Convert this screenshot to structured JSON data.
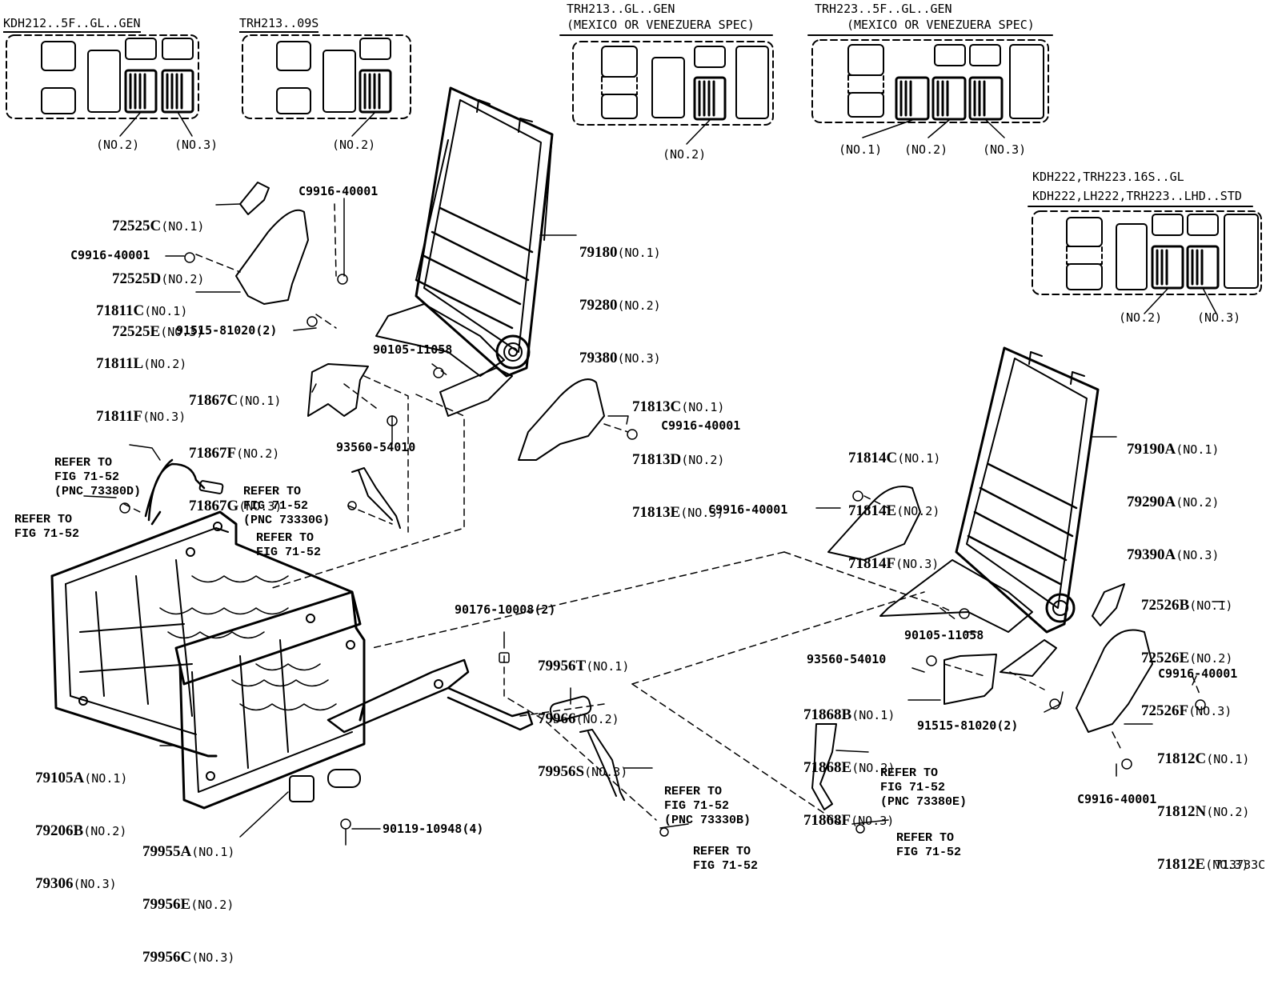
{
  "diagram_id": "713733C",
  "layouts": {
    "kdh212": {
      "title": "KDH212..5F..GL..GEN",
      "no2": "(NO.2)",
      "no3": "(NO.3)"
    },
    "trh213_09s": {
      "title": "TRH213..09S",
      "no2": "(NO.2)"
    },
    "trh213_gl": {
      "title": "TRH213..GL..GEN",
      "sub": "(MEXICO OR VENEZUERA SPEC)",
      "no2": "(NO.2)"
    },
    "trh223": {
      "title": "TRH223..5F..GL..GEN",
      "sub": "(MEXICO OR VENEZUERA SPEC)",
      "no1": "(NO.1)",
      "no2": "(NO.2)",
      "no3": "(NO.3)"
    },
    "kdh222": {
      "title1": "KDH222,TRH223.16S..GL",
      "title2": "KDH222,LH222,TRH223..LHD..STD",
      "no2": "(NO.2)",
      "no3": "(NO.3)"
    }
  },
  "parts": {
    "p72525": [
      {
        "num": "72525C",
        "pos": "(NO.1)"
      },
      {
        "num": "72525D",
        "pos": "(NO.2)"
      },
      {
        "num": "72525E",
        "pos": "(NO.3)"
      }
    ],
    "c9916_a": "C9916-40001",
    "c9916_b": "C9916-40001",
    "p71811": [
      {
        "num": "71811C",
        "pos": "(NO.1)"
      },
      {
        "num": "71811L",
        "pos": "(NO.2)"
      },
      {
        "num": "71811F",
        "pos": "(NO.3)"
      }
    ],
    "p91515_a": "91515-81020(2)",
    "p90105_a": "90105-11058",
    "p71867": [
      {
        "num": "71867C",
        "pos": "(NO.1)"
      },
      {
        "num": "71867F",
        "pos": "(NO.2)"
      },
      {
        "num": "71867G",
        "pos": "(NO.3)"
      }
    ],
    "p93560_a": "93560-54010",
    "p79180": [
      {
        "num": "79180",
        "pos": "(NO.1)"
      },
      {
        "num": "79280",
        "pos": "(NO.2)"
      },
      {
        "num": "79380",
        "pos": "(NO.3)"
      }
    ],
    "p71813": [
      {
        "num": "71813C",
        "pos": "(NO.1)"
      },
      {
        "num": "71813D",
        "pos": "(NO.2)"
      },
      {
        "num": "71813E",
        "pos": "(NO.3)"
      }
    ],
    "c9916_c": "C9916-40001",
    "p71814": [
      {
        "num": "71814C",
        "pos": "(NO.1)"
      },
      {
        "num": "71814E",
        "pos": "(NO.2)"
      },
      {
        "num": "71814F",
        "pos": "(NO.3)"
      }
    ],
    "c9916_d": "C9916-40001",
    "p79190": [
      {
        "num": "79190A",
        "pos": "(NO.1)"
      },
      {
        "num": "79290A",
        "pos": "(NO.2)"
      },
      {
        "num": "79390A",
        "pos": "(NO.3)"
      }
    ],
    "p72526": [
      {
        "num": "72526B",
        "pos": "(NO.1)"
      },
      {
        "num": "72526E",
        "pos": "(NO.2)"
      },
      {
        "num": "72526F",
        "pos": "(NO.3)"
      }
    ],
    "p90105_b": "90105-11058",
    "p93560_b": "93560-54010",
    "p71868": [
      {
        "num": "71868B",
        "pos": "(NO.1)"
      },
      {
        "num": "71868E",
        "pos": "(NO.2)"
      },
      {
        "num": "71868F",
        "pos": "(NO.3)"
      }
    ],
    "p91515_b": "91515-81020(2)",
    "c9916_e": "C9916-40001",
    "p71812": [
      {
        "num": "71812C",
        "pos": "(NO.1)"
      },
      {
        "num": "71812N",
        "pos": "(NO.2)"
      },
      {
        "num": "71812E",
        "pos": "(NO.3)"
      }
    ],
    "c9916_f": "C9916-40001",
    "p90176": "90176-10008(2)",
    "p79956": [
      {
        "num": "79956T",
        "pos": "(NO.1)"
      },
      {
        "num": "79966",
        "pos": "(NO.2)"
      },
      {
        "num": "79956S",
        "pos": "(NO.3)"
      }
    ],
    "p79105": [
      {
        "num": "79105A",
        "pos": "(NO.1)"
      },
      {
        "num": "79206B",
        "pos": "(NO.2)"
      },
      {
        "num": "79306",
        "pos": "(NO.3)"
      }
    ],
    "p79955": [
      {
        "num": "79955A",
        "pos": "(NO.1)"
      },
      {
        "num": "79956E",
        "pos": "(NO.2)"
      },
      {
        "num": "79956C",
        "pos": "(NO.3)"
      }
    ],
    "p90119": "90119-10948(4)"
  },
  "refs": {
    "r1": {
      "l1": "REFER TO",
      "l2": "FIG 71-52",
      "l3": "(PNC 73380D)"
    },
    "r2": {
      "l1": "REFER TO",
      "l2": "FIG 71-52"
    },
    "r3": {
      "l1": "REFER TO",
      "l2": "FIG 71-52",
      "l3": "(PNC 73330G)"
    },
    "r4": {
      "l1": "REFER TO",
      "l2": "FIG 71-52"
    },
    "r5": {
      "l1": "REFER TO",
      "l2": "FIG 71-52",
      "l3": "(PNC 73330B)"
    },
    "r6": {
      "l1": "REFER TO",
      "l2": "FIG 71-52"
    },
    "r7": {
      "l1": "REFER TO",
      "l2": "FIG 71-52",
      "l3": "(PNC 73380E)"
    },
    "r8": {
      "l1": "REFER TO",
      "l2": "FIG 71-52"
    }
  }
}
